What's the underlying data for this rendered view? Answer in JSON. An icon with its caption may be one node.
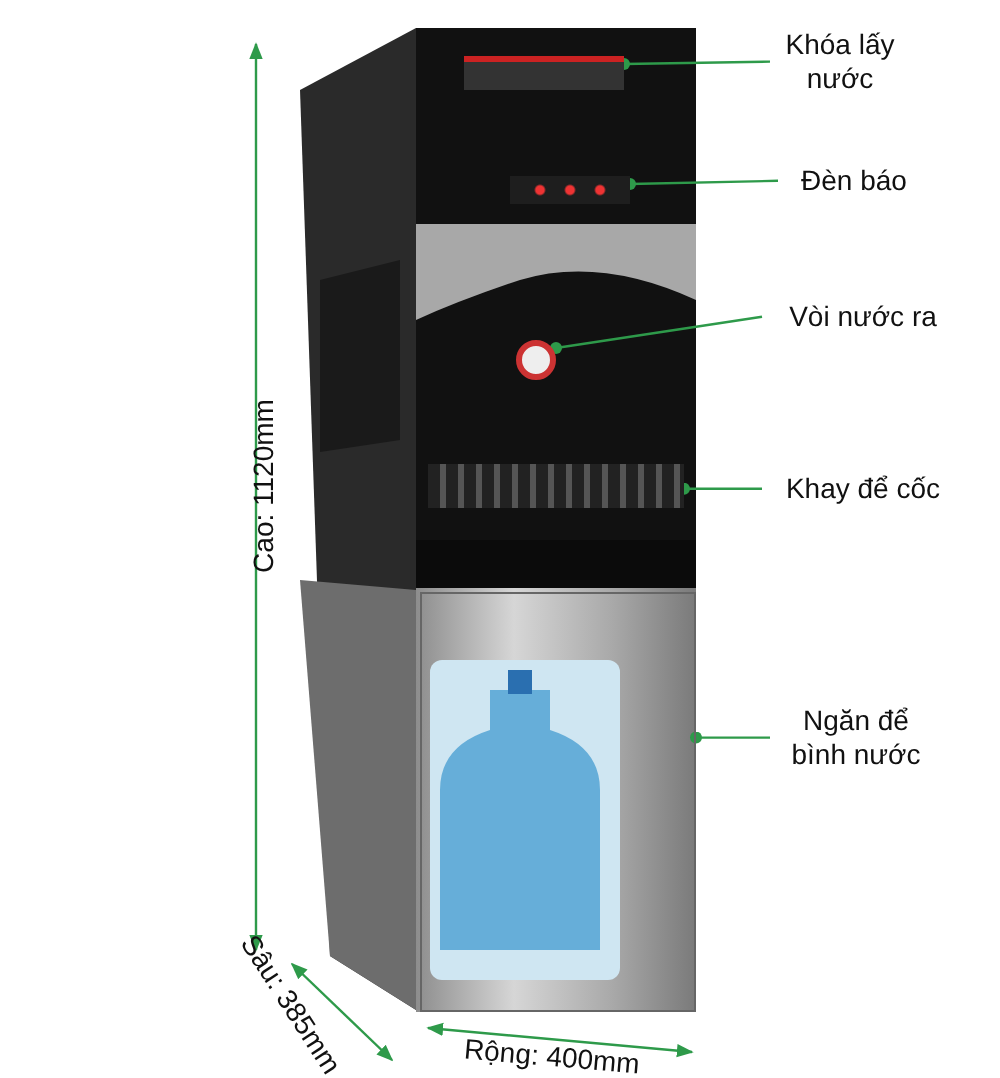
{
  "diagram": {
    "nodes": [
      {
        "text": [
          "Khóa lấy nước"
        ]
      },
      {
        "text": [
          "Đèn báo"
        ]
      },
      {
        "text": [
          "Vòi nước ra"
        ]
      },
      {
        "text": [
          "Khay để cốc"
        ]
      },
      {
        "text": [
          "Ngăn để bình nước"
        ]
      },
      {
        "text": [],
        "shape": "box"
      },
      {
        "text": [],
        "shape": "box"
      },
      {
        "text": [],
        "shape": "circle"
      },
      {
        "text": [],
        "shape": "box"
      },
      {
        "text": [],
        "shape": "box"
      }
    ],
    "edges": [
      {
        "from": 0,
        "to": 5,
        "arrow": "other"
      },
      {
        "from": 1,
        "to": 6,
        "arrow": "other"
      },
      {
        "from": 2,
        "to": 7,
        "arrow": "other"
      },
      {
        "from": 3,
        "to": 8,
        "arrow": "other"
      },
      {
        "from": 4,
        "to": 9,
        "arrow": "other"
      }
    ],
    "labels": [
      "Cao: 1120mm",
      "Sâu: 385mm",
      "Rộng: 400mm"
    ]
  }
}
